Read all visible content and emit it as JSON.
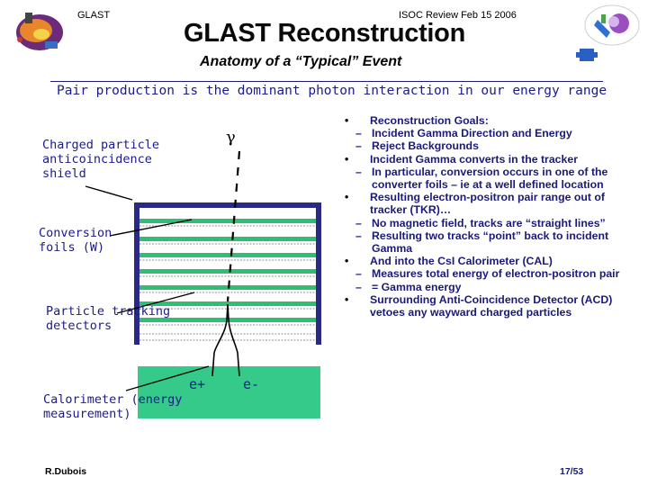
{
  "header": {
    "left_label": "GLAST",
    "right_label": "ISOC Review Feb 15 2006",
    "title": "GLAST Reconstruction",
    "subtitle": "Anatomy of a “Typical” Event"
  },
  "intro": "Pair production is the dominant photon interaction in our energy range",
  "diagram": {
    "shield_label": "Charged particle anticoincidence shield",
    "gamma_label": "γ",
    "foils_label": "Conversion foils (W)",
    "tracking_label": "Particle tracking detectors",
    "calorimeter_label": "Calorimeter (energy measurement)",
    "positron_label": "e+",
    "electron_label": "e-"
  },
  "bullets": [
    {
      "text": "Reconstruction Goals:",
      "subs": [
        "Incident Gamma Direction and Energy",
        "Reject Backgrounds"
      ]
    },
    {
      "text": "Incident Gamma converts in the tracker",
      "subs": [
        "In particular, conversion occurs in one of the converter foils – ie at a well defined location"
      ]
    },
    {
      "text": "Resulting electron-positron pair range out of tracker (TKR)…",
      "subs": [
        "No magnetic field, tracks are “straight lines”",
        "Resulting two tracks “point” back to incident Gamma"
      ]
    },
    {
      "text": "And into the CsI Calorimeter (CAL)",
      "subs": [
        "Measures total energy of electron-positron pair",
        "= Gamma energy"
      ]
    },
    {
      "text": "Surrounding Anti-Coincidence Detector (ACD) vetoes any wayward charged particles",
      "subs": []
    }
  ],
  "bullet_glyph": "•",
  "dash_glyph": "–",
  "footer": {
    "author": "R.Dubois",
    "page": "17/53"
  },
  "colors": {
    "dark_blue": "#1a1a7a",
    "calorimeter_green": "#35c98a",
    "tracker_green": "#2fbf73"
  }
}
